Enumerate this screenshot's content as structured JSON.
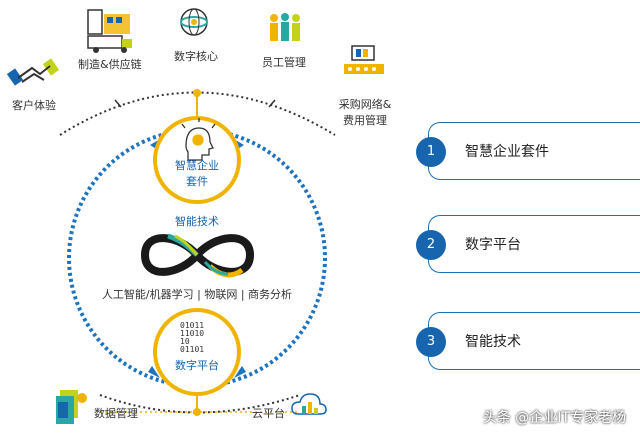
{
  "diagram": {
    "outer": {
      "customer_experience": "客户体验",
      "manufacturing_supply_chain": "制造&供应链",
      "digital_core": "数字核心",
      "employee_management": "员工管理",
      "procurement_expense_line1": "采购网络&",
      "procurement_expense_line2": "费用管理",
      "data_management": "数据管理",
      "cloud_platform": "云平台"
    },
    "intelligent_suite_line1": "智慧企业",
    "intelligent_suite_line2": "套件",
    "intelligent_tech_title": "智能技术",
    "intelligent_tech_desc": "人工智能/机器学习 | 物联网 | 商务分析",
    "digital_platform": "数字平台",
    "binary_lines": [
      "01011",
      "11010",
      "10",
      "01101"
    ]
  },
  "cards": [
    {
      "num": "1",
      "label": "智慧企业套件"
    },
    {
      "num": "2",
      "label": "数字平台"
    },
    {
      "num": "3",
      "label": "智能技术"
    }
  ],
  "watermark": "头条 @企业IT专家老杨",
  "colors": {
    "blue": "#1665ae",
    "gold": "#f0b400",
    "yellow_green": "#c3d21b",
    "teal": "#29a7a2"
  }
}
